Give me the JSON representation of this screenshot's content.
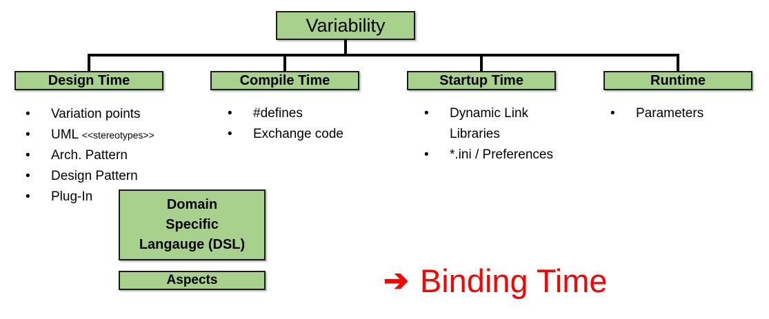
{
  "colors": {
    "box_fill": "#a9d18e",
    "box_border": "#1a1a1a",
    "connector": "#000000",
    "text": "#000000",
    "binding_red": "#ff0000"
  },
  "bullet_glyph": "•",
  "root": {
    "label": "Variability"
  },
  "columns": [
    {
      "header": "Design Time",
      "items": [
        {
          "text": "Variation points"
        },
        {
          "text": "UML ",
          "suffix": "<<stereotypes>>"
        },
        {
          "text": "Arch. Pattern"
        },
        {
          "text": "Design Pattern"
        },
        {
          "text": "Plug-In"
        }
      ]
    },
    {
      "header": "Compile Time",
      "items": [
        {
          "text": "#defines"
        },
        {
          "text": "Exchange code"
        }
      ]
    },
    {
      "header": "Startup Time",
      "items": [
        {
          "text": "Dynamic Link Libraries"
        },
        {
          "text": "*.ini / Preferences"
        }
      ]
    },
    {
      "header": "Runtime",
      "items": [
        {
          "text": "Parameters"
        }
      ]
    }
  ],
  "dsl_box": {
    "label": "Domain\nSpecific\nLangauge (DSL)"
  },
  "aspects_box": {
    "label": "Aspects"
  },
  "binding": {
    "arrow": "➔",
    "label": "Binding Time"
  }
}
